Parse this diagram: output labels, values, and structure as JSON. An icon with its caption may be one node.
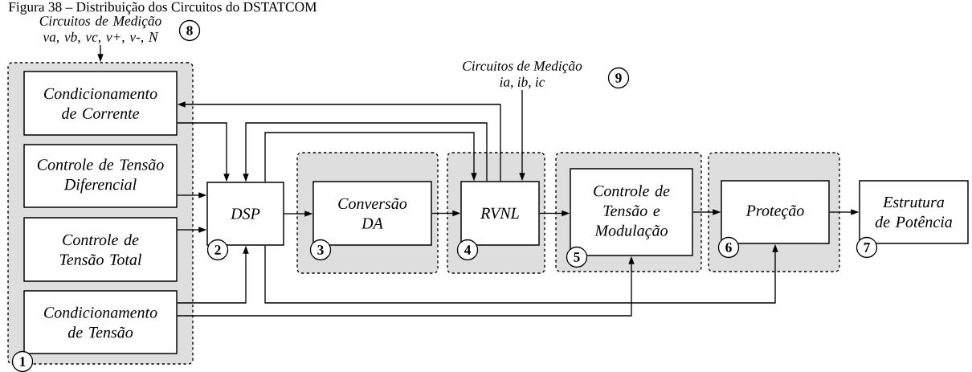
{
  "diagram": {
    "title": "Figura 38 – Distribuição dos Circuitos do DSTATCOM",
    "nodes": [
      {
        "text": [
          "Circuitos de Medição va, vb, vc, v+, v-, N"
        ],
        "beside": [
          "8"
        ]
      },
      {
        "text": [],
        "shape": "box",
        "beside": [
          "1"
        ]
      },
      {
        "text": [
          "Condicionamento de Corrente"
        ],
        "in": 1
      },
      {
        "text": [
          "Controle de Tensão Diferencial"
        ],
        "in": 1
      },
      {
        "text": [
          "Controle de Tensão Total"
        ],
        "in": 1
      },
      {
        "text": [
          "Condicionamento de Tensão"
        ],
        "in": 1
      },
      {
        "text": [
          "DSP"
        ],
        "beside": [
          "2"
        ]
      },
      {
        "text": [
          "Circuitos de Medição ia, ib, ic"
        ],
        "beside": [
          "9"
        ]
      },
      {
        "text": [],
        "shape": "box"
      },
      {
        "text": [
          "Conversão DA"
        ],
        "in": 8,
        "beside": [
          "3"
        ]
      },
      {
        "text": [],
        "shape": "box"
      },
      {
        "text": [
          "RVNL"
        ],
        "in": 10,
        "beside": [
          "4"
        ]
      },
      {
        "text": [],
        "shape": "box"
      },
      {
        "text": [
          "Controle de Tensão e Modulação"
        ],
        "in": 12,
        "beside": [
          "5"
        ]
      },
      {
        "text": [],
        "shape": "box"
      },
      {
        "text": [
          "Proteção"
        ],
        "in": 14,
        "beside": [
          "6"
        ]
      },
      {
        "text": [
          "Estrutura de Potência"
        ],
        "beside": [
          "7"
        ]
      }
    ],
    "edges": [
      {
        "from": 0,
        "to": 1,
        "arrow": "to"
      },
      {
        "from": 11,
        "to": 2,
        "arrow": "to"
      },
      {
        "from": 2,
        "to": 6,
        "arrow": "to"
      },
      {
        "from": 11,
        "to": 6,
        "arrow": "to"
      },
      {
        "from": 6,
        "to": 11,
        "arrow": "to"
      },
      {
        "from": 3,
        "to": 6,
        "arrow": "to"
      },
      {
        "from": 4,
        "to": 6,
        "arrow": "to"
      },
      {
        "from": 5,
        "to": 6,
        "arrow": "to"
      },
      {
        "from": 5,
        "to": 13,
        "arrow": "to"
      },
      {
        "from": 6,
        "to": 15,
        "arrow": "to"
      },
      {
        "from": 7,
        "to": 11,
        "arrow": "to"
      },
      {
        "from": 6,
        "to": 9,
        "arrow": "to"
      },
      {
        "from": 9,
        "to": 11,
        "arrow": "to"
      },
      {
        "from": 11,
        "to": 13,
        "arrow": "to"
      },
      {
        "from": 13,
        "to": 15,
        "arrow": "to"
      },
      {
        "from": 15,
        "to": 16,
        "arrow": "to"
      }
    ]
  }
}
